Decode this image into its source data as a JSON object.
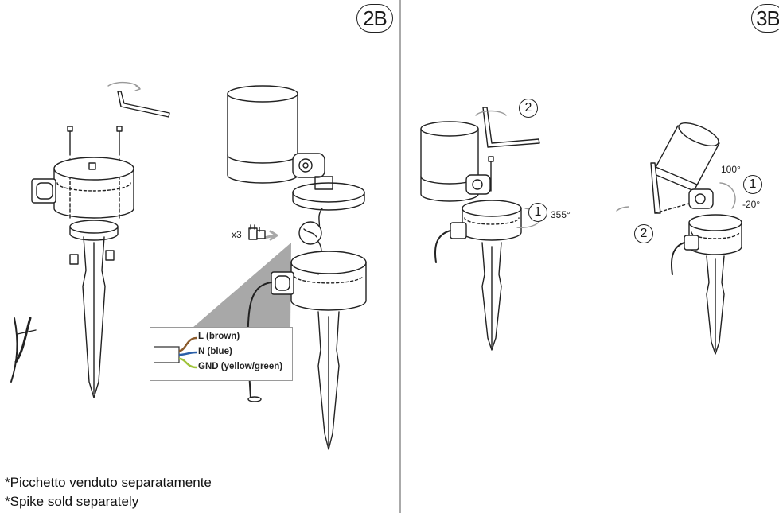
{
  "panels": {
    "left": {
      "step": "2B"
    },
    "right": {
      "step": "3B"
    }
  },
  "wiring": {
    "multiplier": "x3",
    "wires": [
      {
        "label": "L (brown)",
        "color": "#8a5a2b"
      },
      {
        "label": "N (blue)",
        "color": "#2b5fa8"
      },
      {
        "label": "GND (yellow/green)",
        "color": "#9fc33a"
      }
    ]
  },
  "rotation": {
    "step1_marker": "1",
    "step2_marker": "2",
    "rotate_angle": "355°",
    "tilt_up": "100°",
    "tilt_down": "-20°"
  },
  "notes": {
    "line1": "*Picchetto venduto separatamente",
    "line2": "*Spike sold separately"
  },
  "colors": {
    "line": "#222222",
    "fill": "#ffffff",
    "highlight": "#a8a8a8"
  }
}
